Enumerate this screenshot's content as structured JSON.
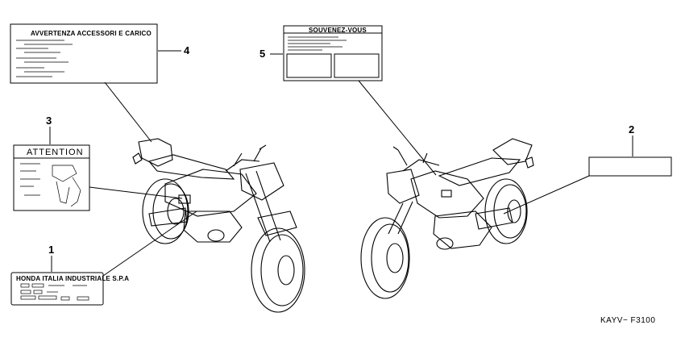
{
  "callouts": {
    "c1": "1",
    "c2": "2",
    "c3": "3",
    "c4": "4",
    "c5": "5"
  },
  "labels": {
    "warning_title": "AVVERTENZA ACCESSORI E CARICO",
    "souvenez_title": "SOUVENEZ-VOUS",
    "attention_title": "ATTENTION",
    "honda_title": "HONDA ITALIA INDUSTRIALE S.P.A"
  },
  "figure_code": "KAYV− F3100"
}
